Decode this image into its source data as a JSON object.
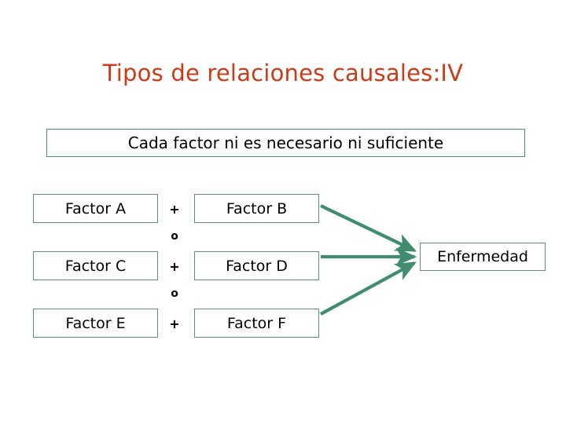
{
  "slide": {
    "title": "Tipos de relaciones causales:IV",
    "title_color": "#cc3b17",
    "subtitle": "Cada factor ni es necesario ni suficiente",
    "background_color": "#ffffff"
  },
  "theme": {
    "box_border_color": "#5b8f7a",
    "arrow_color": "#3f8c6e",
    "text_color": "#000000"
  },
  "diagram": {
    "rows": [
      {
        "left_factor": "Factor A",
        "operator": "+",
        "right_factor": "Factor B",
        "connector_to_outcome": "arrow-diagonal-down"
      },
      {
        "left_factor": "Factor C",
        "operator": "+",
        "right_factor": "Factor D",
        "connector_to_outcome": "arrow-horizontal"
      },
      {
        "left_factor": "Factor E",
        "operator": "+",
        "right_factor": "Factor F",
        "connector_to_outcome": "arrow-diagonal-up"
      }
    ],
    "row_separators": [
      "o",
      "o"
    ],
    "outcome": "Enfermedad"
  }
}
